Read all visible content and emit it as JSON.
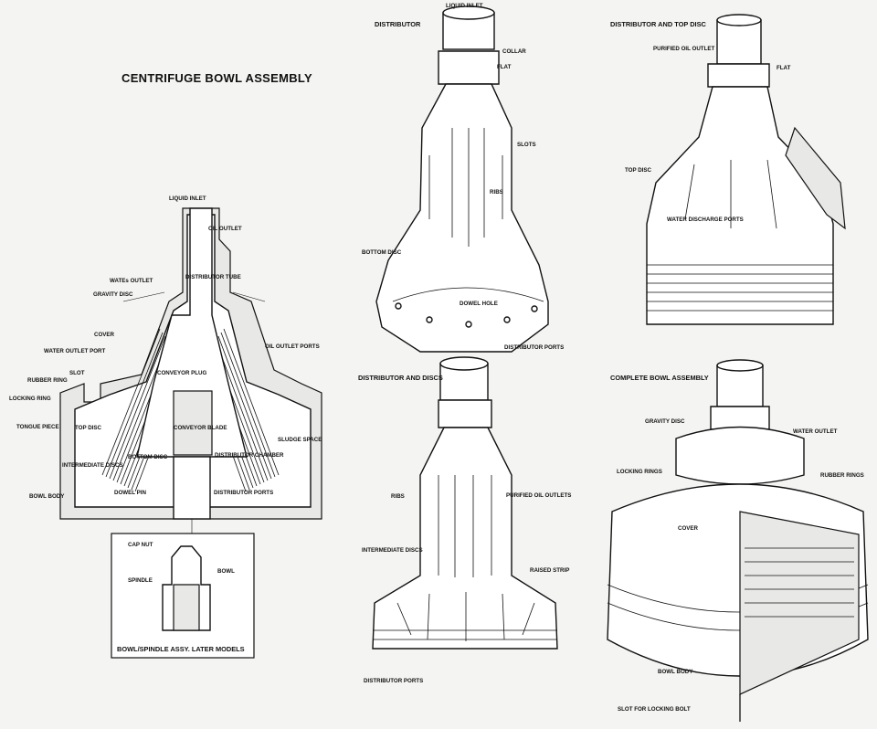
{
  "main_title": "CENTRIFUGE BOWL ASSEMBLY",
  "cross_section": {
    "labels": {
      "liquid_inlet": "LIQUID INLET",
      "oil_outlet": "OIL OUTLET",
      "water_outlet": "WATEs OUTLET",
      "distributor_tube": "DISTRIBUTOR TUBE",
      "gravity_disc": "GRAVITY DISC",
      "cover": "COVER",
      "water_outlet_port": "WATER OUTLET PORT",
      "oil_outlet_ports": "OIL OUTLET PORTS",
      "slot": "SLOT",
      "rubber_ring": "RUBBER RING",
      "locking_ring": "LOCKING RING",
      "tongue_piece": "TONGUE PIECE",
      "top_disc": "TOP DISC",
      "conveyor_plug": "CONVEYOR PLUG",
      "conveyor_blade": "CONVEYOR BLADE",
      "bottom_disc": "BOTTOM DISC",
      "distributor_chamber": "DISTRIBUTOR CHAMBER",
      "sludge_space": "SLUDGE SPACE",
      "intermediate_discs": "INTERMEDIATE DISCS",
      "dowel_pin": "DOWEL PIN",
      "distributor_ports": "DISTRIBUTOR PORTS",
      "bowl_body": "BOWL BODY"
    },
    "inset": {
      "cap_nut": "CAP NUT",
      "spindle": "SPINDLE",
      "bowl": "BOWL",
      "caption": "BOWL/SPINDLE ASSY. LATER MODELS"
    }
  },
  "distributor": {
    "title": "DISTRIBUTOR",
    "labels": {
      "liquid_inlet": "LIQUID INLET",
      "collar": "COLLAR",
      "flat": "FLAT",
      "slots": "SLOTS",
      "ribs": "RIBS",
      "bottom_disc": "BOTTOM DISC",
      "dowel_hole": "DOWEL HOLE",
      "distributor_ports": "DISTRIBUTOR PORTS"
    }
  },
  "distributor_top_disc": {
    "title": "DISTRIBUTOR AND TOP DISC",
    "labels": {
      "purified_oil_outlet": "PURIFIED OIL OUTLET",
      "flat": "FLAT",
      "top_disc": "TOP DISC",
      "water_discharge_ports": "WATER DISCHARGE PORTS"
    }
  },
  "distributor_discs": {
    "title": "DISTRIBUTOR AND DISCS",
    "labels": {
      "ribs": "RIBS",
      "purified_oil_outlets": "PURIFIED OIL OUTLETS",
      "intermediate_discs": "INTERMEDIATE DISCS",
      "raised_strip": "RAISED STRIP",
      "distributor_ports": "DISTRIBUTOR PORTS"
    }
  },
  "complete_bowl": {
    "title": "COMPLETE BOWL ASSEMBLY",
    "labels": {
      "gravity_disc": "GRAVITY DISC",
      "water_outlet": "WATER OUTLET",
      "locking_rings": "LOCKING RINGS",
      "rubber_rings": "RUBBER RINGS",
      "cover": "COVER",
      "bowl_body": "BOWL BODY",
      "slot_for_locking_bolt": "SLOT FOR LOCKING BOLT"
    }
  }
}
